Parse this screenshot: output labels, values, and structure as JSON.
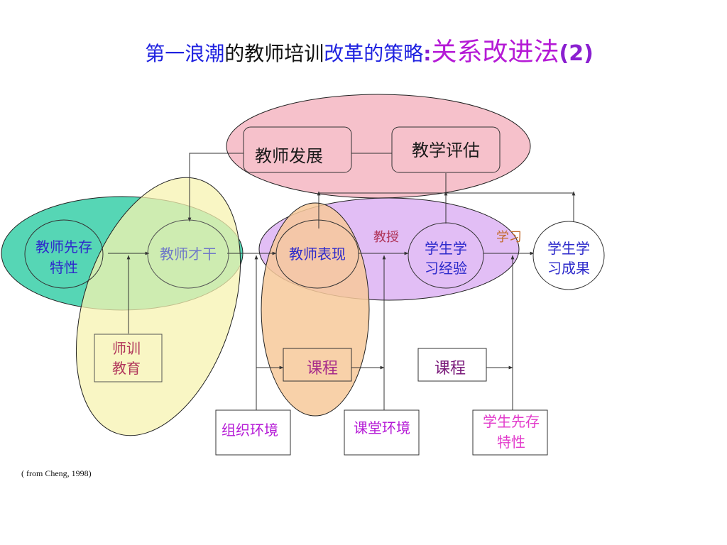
{
  "title": {
    "part1": "第一浪潮",
    "part2": "的教师培训",
    "part3": "改革的策略",
    "colon": ":",
    "part4": "关系改进法",
    "part5": "(2)"
  },
  "nodes": {
    "teacher_development": "教师发展",
    "teaching_evaluation": "教学评估",
    "teacher_prior_traits": [
      "教师先存",
      "特性"
    ],
    "teacher_competence": "教师才干",
    "teacher_performance": "教师表现",
    "teaching_label": "教授",
    "learning_label": "学习",
    "student_learning_experience": [
      "学生学",
      "习经验"
    ],
    "student_learning_outcome": [
      "学生学",
      "习成果"
    ],
    "teacher_training_education": [
      "师训",
      "教育"
    ],
    "curriculum_1": "课程",
    "curriculum_2": "课程",
    "organizational_environment": "组织环境",
    "classroom_environment": "课堂环境",
    "student_prior_traits": [
      "学生先存",
      "特性"
    ]
  },
  "citation": "( from Cheng, 1998)",
  "colors": {
    "title_blue": "#1f22e0",
    "title_purple": "#b51ad6",
    "pink_ellipse": "#f4b6c2",
    "teal_ellipse": "#38cfa8",
    "yellow_ellipse": "#f7f3b0",
    "orange_ellipse": "#f7c99a",
    "violet_ellipse": "#ddb3f3",
    "node_blue_text": "#2d2acb",
    "node_magenta_text": "#b51ad6",
    "node_red_text": "#b0355a"
  }
}
